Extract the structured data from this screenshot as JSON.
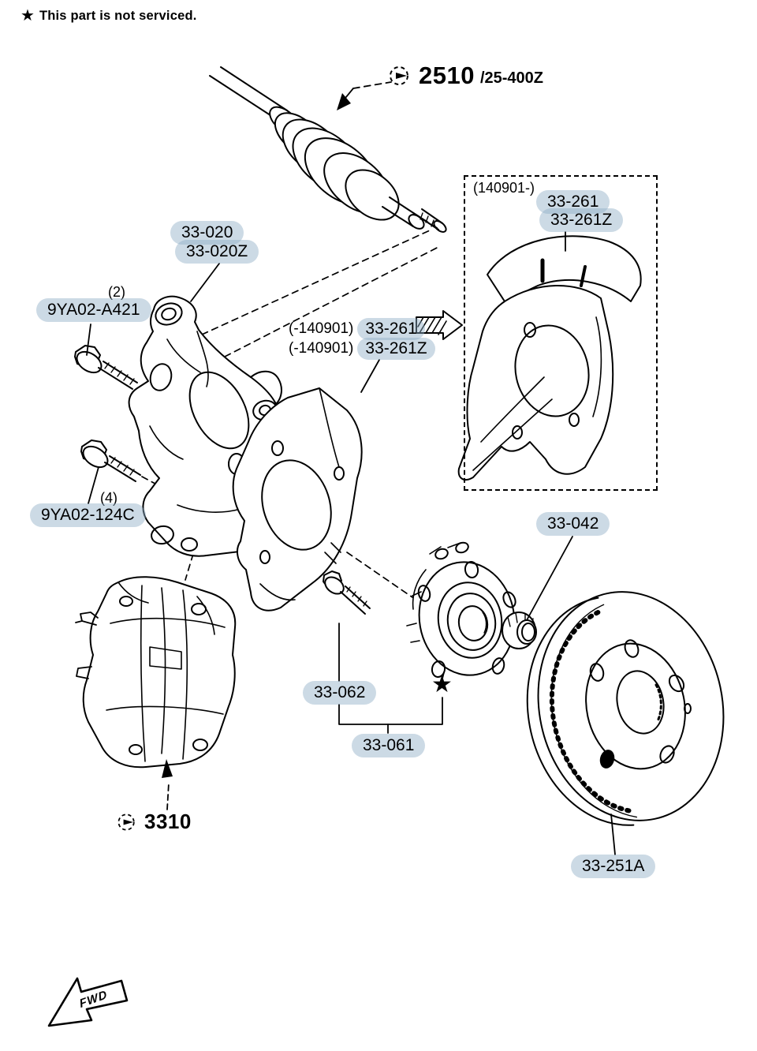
{
  "note": {
    "star": "★",
    "text": "This part is not serviced."
  },
  "xref_axle": {
    "code": "2510",
    "suffix": "/25-400Z"
  },
  "xref_caliper": {
    "code": "3310"
  },
  "labels": {
    "knuckle_a": "33-020",
    "knuckle_b": "33-020Z",
    "bolt_a_qty": "(2)",
    "bolt_a": "9YA02-A421",
    "bolt_b_qty": "(4)",
    "bolt_b": "9YA02-124C",
    "shield_old_prefix": "(-140901)",
    "shield_old_a": "33-261",
    "shield_old_b": "33-261Z",
    "shield_new_range": "(140901-)",
    "shield_new_a": "33-261",
    "shield_new_b": "33-261Z",
    "nut": "33-042",
    "hub_bolt": "33-062",
    "hub": "33-061",
    "star_marker": "★",
    "rotor": "33-251A",
    "fwd": "FWD"
  },
  "colors": {
    "highlight": "#8FACC6",
    "line": "#000000"
  }
}
